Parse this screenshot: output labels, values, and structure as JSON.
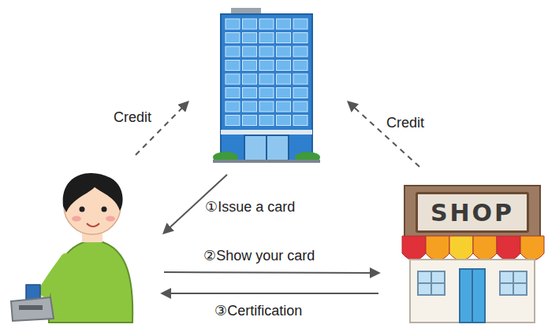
{
  "diagram": {
    "nodes": [
      {
        "text": [
          "SHOP"
        ]
      }
    ],
    "labels": [
      "Credit",
      "Credit",
      "①Issue a card",
      "②Show your card",
      "③Certification"
    ]
  }
}
